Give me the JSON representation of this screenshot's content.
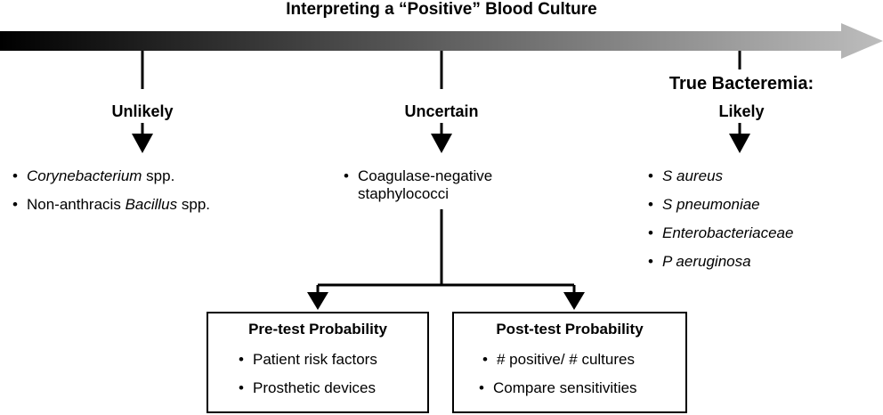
{
  "title": "Interpreting a “Positive” Blood Culture",
  "columns": {
    "unlikely": {
      "label": "Unlikely",
      "items": [
        {
          "italic": "Corynebacterium",
          "rest": " spp."
        },
        {
          "prefix": "Non-anthracis ",
          "italic": "Bacillus",
          "rest": " spp."
        }
      ]
    },
    "uncertain": {
      "label": "Uncertain",
      "items": [
        {
          "line1": "Coagulase-negative",
          "line2": "staphylococci"
        }
      ]
    },
    "likely": {
      "heading": "True Bacteremia:",
      "label": "Likely",
      "items": [
        "S aureus",
        "S pneumoniae",
        "Enterobacteriaceae",
        "P aeruginosa"
      ]
    }
  },
  "boxes": {
    "pretest": {
      "title": "Pre-test Probability",
      "items": [
        "Patient risk factors",
        "Prosthetic devices"
      ]
    },
    "posttest": {
      "title": "Post-test Probability",
      "items": [
        "# positive/ # cultures",
        "Compare sensitivities"
      ]
    }
  },
  "colors": {
    "arrow_start": "#000000",
    "arrow_end": "#bdbdbd"
  }
}
